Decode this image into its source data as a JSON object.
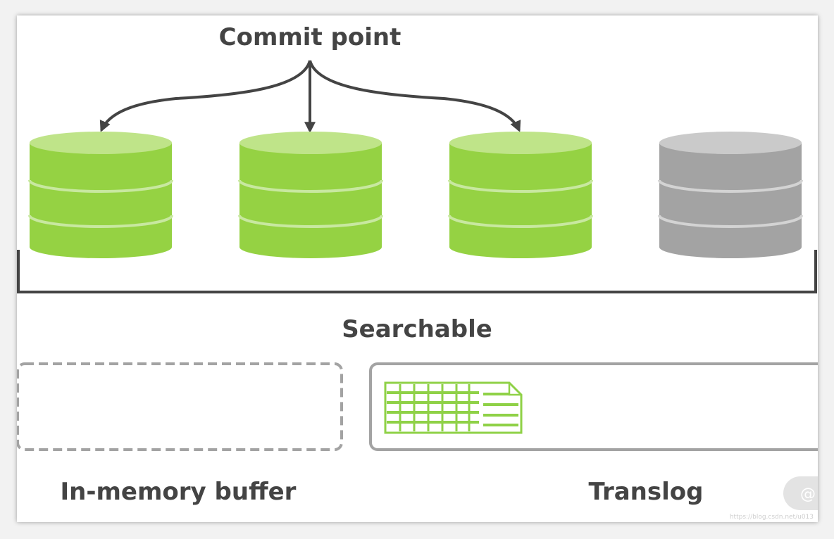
{
  "labels": {
    "commit_point": "Commit point",
    "searchable": "Searchable",
    "in_memory_buffer": "In-memory buffer",
    "translog": "Translog"
  },
  "watermark": "https://blog.csdn.net/u013"
}
